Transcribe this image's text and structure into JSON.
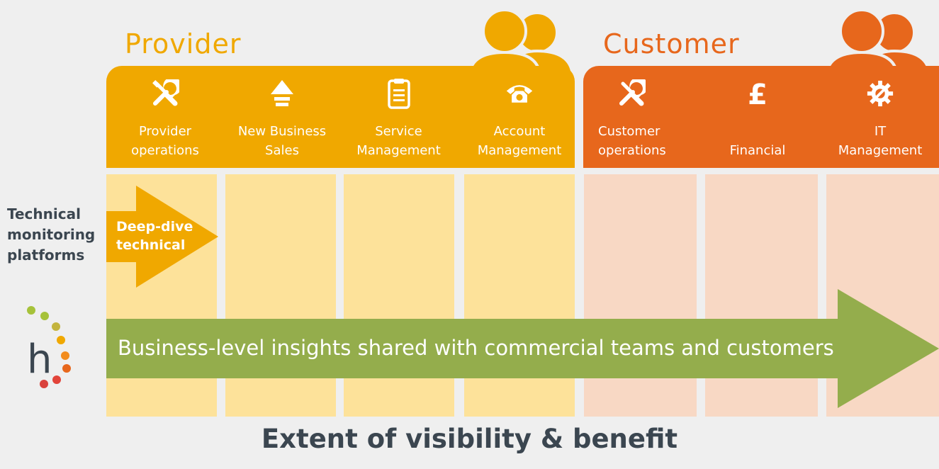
{
  "groups": {
    "provider": {
      "title": "Provider",
      "color": "#F0A800",
      "lane_color": "#FDE29A"
    },
    "customer": {
      "title": "Customer",
      "color": "#E7671C",
      "lane_color": "#F8D8C4"
    }
  },
  "columns": [
    {
      "label": "Provider\noperations",
      "icon": "tools-icon"
    },
    {
      "label": "New Business\nSales",
      "icon": "eject-arrow-icon"
    },
    {
      "label": "Service\nManagement",
      "icon": "clipboard-icon"
    },
    {
      "label": "Account\nManagement",
      "icon": "telephone-icon"
    },
    {
      "label": "Customer\noperations",
      "icon": "tools-icon"
    },
    {
      "label": "Financial",
      "icon": "pound-icon"
    },
    {
      "label": "IT\nManagement",
      "icon": "gear-wrench-icon"
    }
  ],
  "side_label": "Technical\nmonitoring\nplatforms",
  "deep_dive_arrow": "Deep-dive\ntechnical",
  "insights_arrow": "Business-level insights shared with commercial teams and customers",
  "bottom_title": "Extent of visibility & benefit",
  "colors": {
    "green": "#94AD4C",
    "text_dark": "#3B4650"
  }
}
